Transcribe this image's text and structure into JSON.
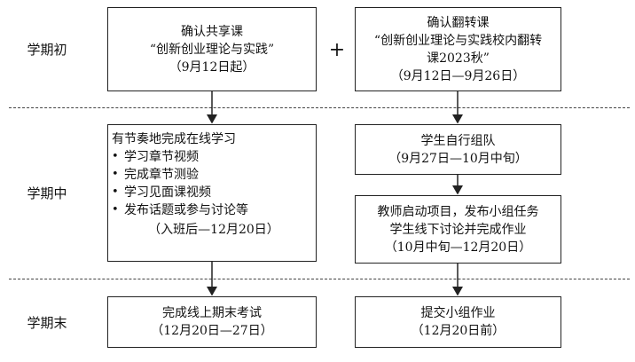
{
  "phases": {
    "start": "学期初",
    "middle": "学期中",
    "end": "学期末"
  },
  "plus_sign": "+",
  "boxes": {
    "shared_course": {
      "line1": "确认共享课",
      "line2": "“创新创业理论与实践”",
      "line3": "（9月12日起）"
    },
    "flipped_course": {
      "line1": "确认翻转课",
      "line2": "“创新创业理论与实践校内翻转",
      "line3": "课2023秋”",
      "line4": "（9月12日—9月26日）"
    },
    "online_learning": {
      "title": "有节奏地完成在线学习",
      "bullet": "•",
      "items": [
        "学习章节视频",
        "完成章节测验",
        "学习见面课视频",
        "发布话题或参与讨论等"
      ],
      "date": "（入班后—12月20日）"
    },
    "team_up": {
      "line1": "学生自行组队",
      "line2": "（9月27日—10月中旬）"
    },
    "project": {
      "line1": "教师启动项目，发布小组任务",
      "line2": "学生线下讨论并完成作业",
      "line3": "（10月中旬—12月20日）"
    },
    "final_exam": {
      "line1": "完成线上期末考试",
      "line2": "（12月20日—27日）"
    },
    "submit_homework": {
      "line1": "提交小组作业",
      "line2": "（12月20日前）"
    }
  }
}
